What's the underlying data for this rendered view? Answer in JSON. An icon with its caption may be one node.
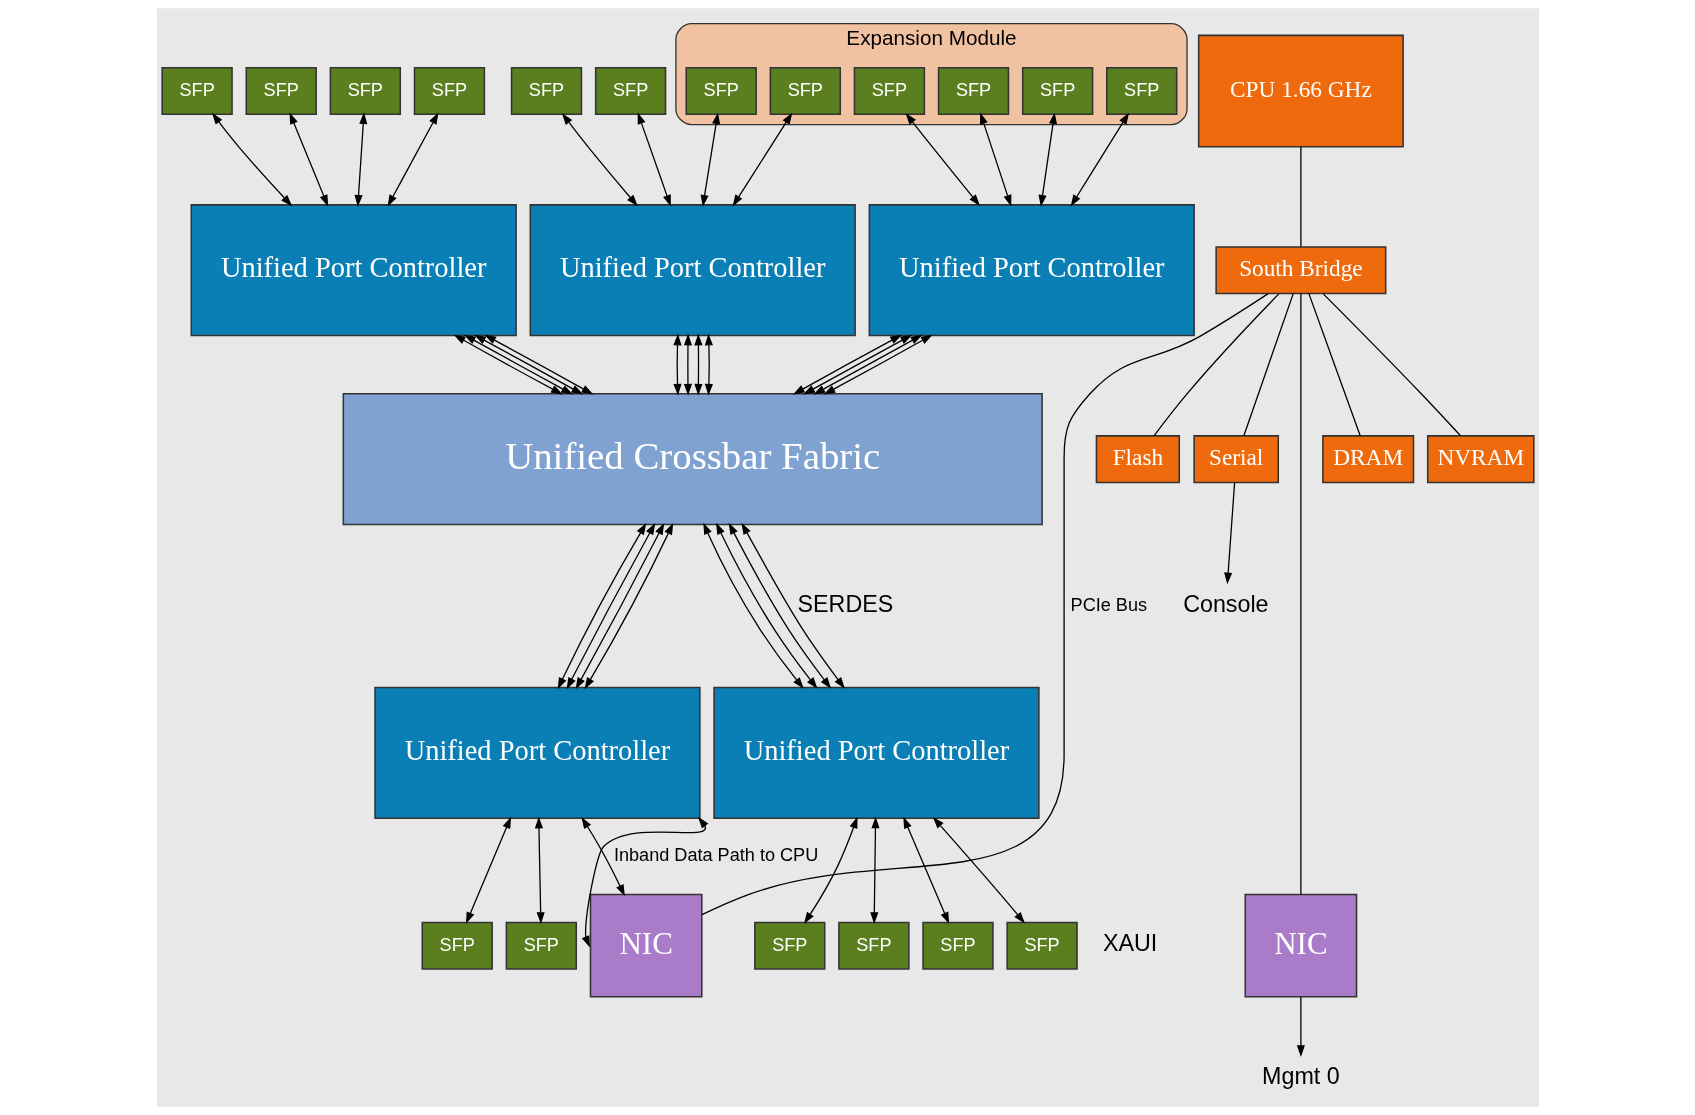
{
  "diagram": {
    "nodes": [
      {
        "text": [
          "SFP"
        ]
      },
      {
        "text": [
          "SFP"
        ]
      },
      {
        "text": [
          "SFP"
        ]
      },
      {
        "text": [
          "SFP"
        ]
      },
      {
        "text": [
          "SFP"
        ]
      },
      {
        "text": [
          "SFP"
        ]
      },
      {
        "text": [
          "Expansion Module"
        ]
      },
      {
        "text": [
          "SFP"
        ],
        "in": 6
      },
      {
        "text": [
          "SFP"
        ],
        "in": 6
      },
      {
        "text": [
          "SFP"
        ],
        "in": 6
      },
      {
        "text": [
          "SFP"
        ],
        "in": 6
      },
      {
        "text": [
          "SFP"
        ],
        "in": 6
      },
      {
        "text": [
          "SFP"
        ],
        "in": 6
      },
      {
        "text": [
          "CPU 1.66 GHz"
        ]
      },
      {
        "text": [
          "Unified Port Controller"
        ]
      },
      {
        "text": [
          "Unified Port Controller"
        ]
      },
      {
        "text": [
          "Unified Port Controller"
        ]
      },
      {
        "text": [
          "South Bridge"
        ]
      },
      {
        "text": [
          "DRAM"
        ]
      },
      {
        "text": [
          "NVRAM"
        ]
      },
      {
        "text": [
          "Flash"
        ]
      },
      {
        "text": [
          "Unified Crossbar Fabric"
        ]
      },
      {
        "text": [
          "Serial"
        ]
      },
      {
        "text": [
          "Console"
        ]
      },
      {
        "text": [
          "Unified Port Controller"
        ]
      },
      {
        "text": [
          "Unified Port Controller"
        ]
      },
      {
        "text": [
          "NIC"
        ]
      },
      {
        "text": [
          "NIC"
        ]
      },
      {
        "text": [
          "SFP"
        ]
      },
      {
        "text": [
          "SFP"
        ]
      },
      {
        "text": [
          "SFP"
        ]
      },
      {
        "text": [
          "SFP"
        ]
      },
      {
        "text": [
          "SFP"
        ]
      },
      {
        "text": [
          "SFP"
        ]
      },
      {
        "text": [
          "Mgmt 0"
        ]
      }
    ],
    "edges": [
      {
        "from": 0,
        "to": 14,
        "arrow": "both"
      },
      {
        "from": 1,
        "to": 14,
        "arrow": "both"
      },
      {
        "from": 2,
        "to": 14,
        "arrow": "both"
      },
      {
        "from": 3,
        "to": 14,
        "arrow": "both"
      },
      {
        "from": 4,
        "to": 15,
        "arrow": "both"
      },
      {
        "from": 5,
        "to": 15,
        "arrow": "both"
      },
      {
        "from": 7,
        "to": 15,
        "arrow": "both"
      },
      {
        "from": 8,
        "to": 15,
        "arrow": "both"
      },
      {
        "from": 9,
        "to": 16,
        "arrow": "both"
      },
      {
        "from": 10,
        "to": 16,
        "arrow": "both"
      },
      {
        "from": 11,
        "to": 16,
        "arrow": "both"
      },
      {
        "from": 12,
        "to": 16,
        "arrow": "both"
      },
      {
        "from": 14,
        "to": 21,
        "arrow": "both"
      },
      {
        "from": 14,
        "to": 21,
        "arrow": "both"
      },
      {
        "from": 14,
        "to": 21,
        "arrow": "both"
      },
      {
        "from": 14,
        "to": 21,
        "arrow": "both"
      },
      {
        "from": 15,
        "to": 21,
        "arrow": "both"
      },
      {
        "from": 15,
        "to": 21,
        "arrow": "both"
      },
      {
        "from": 15,
        "to": 21,
        "arrow": "both"
      },
      {
        "from": 15,
        "to": 21,
        "arrow": "both"
      },
      {
        "from": 16,
        "to": 21,
        "arrow": "both"
      },
      {
        "from": 16,
        "to": 21,
        "arrow": "both"
      },
      {
        "from": 16,
        "to": 21,
        "arrow": "both"
      },
      {
        "from": 16,
        "to": 21,
        "arrow": "both"
      },
      {
        "from": 21,
        "to": 24,
        "arrow": "both"
      },
      {
        "from": 21,
        "to": 24,
        "arrow": "both"
      },
      {
        "from": 21,
        "to": 24,
        "arrow": "both"
      },
      {
        "from": 21,
        "to": 24,
        "arrow": "both"
      },
      {
        "from": 21,
        "to": 25,
        "arrow": "both"
      },
      {
        "from": 21,
        "to": 25,
        "arrow": "both"
      },
      {
        "from": 21,
        "to": 25,
        "arrow": "both"
      },
      {
        "from": 21,
        "to": 25,
        "arrow": "both"
      },
      {
        "from": 24,
        "to": 28,
        "arrow": "both"
      },
      {
        "from": 24,
        "to": 29,
        "arrow": "both"
      },
      {
        "from": 24,
        "to": 30,
        "arrow": "both"
      },
      {
        "from": 24,
        "to": 31,
        "arrow": "both"
      },
      {
        "from": 25,
        "to": 32,
        "arrow": "both"
      },
      {
        "from": 25,
        "to": 33,
        "arrow": "both"
      },
      {
        "from": 13,
        "to": 17,
        "arrow": "none"
      },
      {
        "from": 17,
        "to": 18,
        "arrow": "none"
      },
      {
        "from": 17,
        "to": 19,
        "arrow": "none"
      },
      {
        "from": 17,
        "to": 20,
        "arrow": "none"
      },
      {
        "from": 17,
        "to": 22,
        "arrow": "none"
      },
      {
        "from": 22,
        "to": 23,
        "arrow": "to"
      },
      {
        "from": 17,
        "to": 26,
        "label": "PCIe Bus",
        "arrow": "none"
      },
      {
        "from": 17,
        "to": 27,
        "arrow": "none"
      },
      {
        "from": 27,
        "to": 34,
        "arrow": "to"
      },
      {
        "from": 25,
        "to": 26,
        "label": "Inband Data Path to CPU",
        "arrow": "both"
      },
      {
        "from": 25,
        "to": 26,
        "arrow": "both"
      }
    ],
    "labels": [
      "SERDES",
      "XAUI"
    ]
  }
}
